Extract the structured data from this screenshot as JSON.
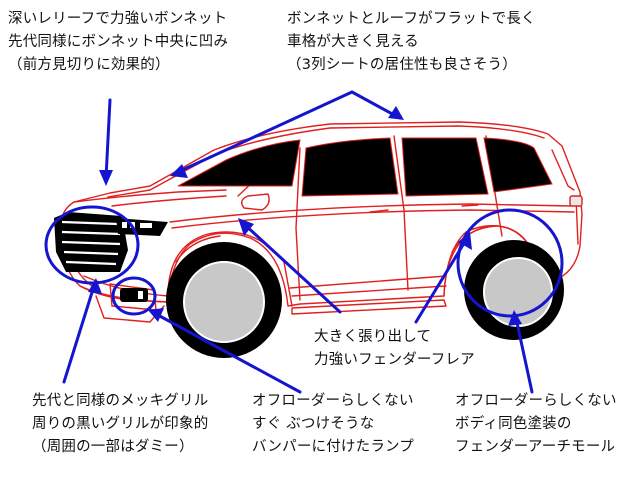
{
  "annotations": {
    "bonnet": [
      "深いレリーフで力強いボンネット",
      "先代同様にボンネット中央に凹み",
      "（前方見切りに効果的）"
    ],
    "roof": [
      "ボンネットとルーフがフラットで長く",
      "車格が大きく見える",
      "（3列シートの居住性も良さそう）"
    ],
    "fender": [
      "大きく張り出して",
      "力強いフェンダーフレア"
    ],
    "grille": [
      "先代と同様のメッキグリル",
      "周りの黒いグリルが印象的",
      "（周囲の一部はダミー）"
    ],
    "lamp": [
      "オフローダーらしくない",
      "すぐ ぶつけそうな",
      "バンパーに付けたランプ"
    ],
    "moulding": [
      "オフローダーらしくない",
      "ボディ同色塗装の",
      "フェンダーアーチモール"
    ]
  },
  "colors": {
    "body_outline": "#e0201f",
    "window": "#000000",
    "tire_ring": "#000000",
    "wheel": "#c8c8c8",
    "annotation": "#1515d0"
  }
}
